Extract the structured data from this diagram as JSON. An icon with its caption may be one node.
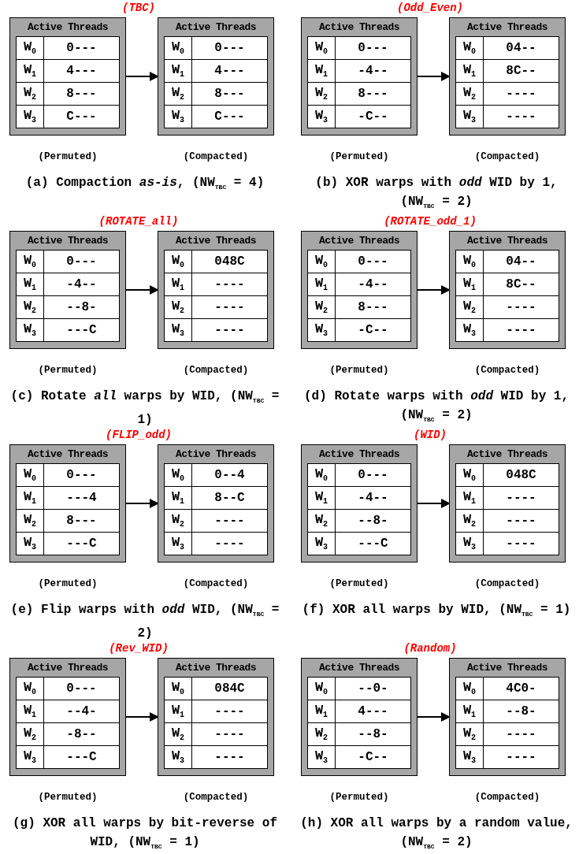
{
  "diagram": {
    "nodes": [
      {
        "text": [
          "Active Threads",
          "W$_{0}$",
          "0---",
          "W$_{1}$",
          "4---",
          "W$_{2}$",
          "8---",
          "W$_{3}$",
          "C---"
        ],
        "beside": [
          "(Permuted)"
        ]
      },
      {
        "text": [
          "Active Threads",
          "W$_{0}$",
          "0---",
          "W$_{1}$",
          "4---",
          "W$_{2}$",
          "8---",
          "W$_{3}$",
          "C---"
        ],
        "beside": [
          "(Compacted)"
        ]
      },
      {
        "text": [
          "Active Threads",
          "W$_{0}$",
          "0---",
          "W$_{1}$",
          "-4--",
          "W$_{2}$",
          "8---",
          "W$_{3}$",
          "-C--"
        ],
        "beside": [
          "(Permuted)"
        ]
      },
      {
        "text": [
          "Active Threads",
          "W$_{0}$",
          "04--",
          "W$_{1}$",
          "8C--",
          "W$_{2}$",
          "----",
          "W$_{3}$",
          "----"
        ],
        "beside": [
          "(Compacted)"
        ]
      },
      {
        "text": [
          "Active Threads",
          "W$_{0}$",
          "0---",
          "W$_{1}$",
          "-4--",
          "W$_{2}$",
          "--8-",
          "W$_{3}$",
          "---C"
        ],
        "beside": [
          "(Permuted)"
        ]
      },
      {
        "text": [
          "Active Threads",
          "W$_{0}$",
          "048C",
          "W$_{1}$",
          "----",
          "W$_{2}$",
          "----",
          "W$_{3}$",
          "----"
        ],
        "beside": [
          "(Compacted)"
        ]
      },
      {
        "text": [
          "Active Threads",
          "W$_{0}$",
          "0---",
          "W$_{1}$",
          "-4--",
          "W$_{2}$",
          "8---",
          "W$_{3}$",
          "-C--"
        ],
        "beside": [
          "(Permuted)"
        ]
      },
      {
        "text": [
          "Active Threads",
          "W$_{0}$",
          "04--",
          "W$_{1}$",
          "8C--",
          "W$_{2}$",
          "----",
          "W$_{3}$",
          "----"
        ],
        "beside": [
          "(Compacted)"
        ]
      },
      {
        "text": [
          "Active Threads",
          "W$_{0}$",
          "0---",
          "W$_{1}$",
          "---4",
          "W$_{2}$",
          "8---",
          "W$_{3}$",
          "---C"
        ],
        "beside": [
          "(Permuted)"
        ]
      },
      {
        "text": [
          "Active Threads",
          "W$_{0}$",
          "0--4",
          "W$_{1}$",
          "8--C",
          "W$_{2}$",
          "----",
          "W$_{3}$",
          "----"
        ],
        "beside": [
          "(Compacted)"
        ]
      },
      {
        "text": [
          "Active Threads",
          "W$_{0}$",
          "0---",
          "W$_{1}$",
          "-4--",
          "W$_{2}$",
          "--8-",
          "W$_{3}$",
          "---C"
        ],
        "beside": [
          "(Permuted)"
        ]
      },
      {
        "text": [
          "Active Threads",
          "W$_{0}$",
          "048C",
          "W$_{1}$",
          "----",
          "W$_{2}$",
          "----",
          "W$_{3}$",
          "----"
        ],
        "beside": [
          "(Compacted)"
        ]
      },
      {
        "text": [
          "Active Threads",
          "W$_{0}$",
          "0---",
          "W$_{1}$",
          "--4-",
          "W$_{2}$",
          "-8--",
          "W$_{3}$",
          "---C"
        ],
        "beside": [
          "(Permuted)"
        ]
      },
      {
        "text": [
          "Active Threads",
          "W$_{0}$",
          "084C",
          "W$_{1}$",
          "----",
          "W$_{2}$",
          "----",
          "W$_{3}$",
          "----"
        ],
        "beside": [
          "(Compacted)"
        ]
      },
      {
        "text": [
          "Active Threads",
          "W$_{0}$",
          "--0-",
          "W$_{1}$",
          "4---",
          "W$_{2}$",
          "--8-",
          "W$_{3}$",
          "-C--"
        ],
        "beside": [
          "(Permuted)"
        ]
      },
      {
        "text": [
          "Active Threads",
          "W$_{0}$",
          "4C0-",
          "W$_{1}$",
          "--8-",
          "W$_{2}$",
          "----",
          "W$_{3}$",
          "----"
        ],
        "beside": [
          "(Compacted)"
        ]
      }
    ],
    "edges": [
      {
        "from": 0,
        "to": 1,
        "arrow": "to"
      },
      {
        "from": 2,
        "to": 3,
        "arrow": "to"
      },
      {
        "from": 4,
        "to": 5,
        "arrow": "to"
      },
      {
        "from": 6,
        "to": 7,
        "arrow": "to"
      },
      {
        "from": 8,
        "to": 9,
        "arrow": "to"
      },
      {
        "from": 10,
        "to": 11,
        "arrow": "to"
      },
      {
        "from": 12,
        "to": 13,
        "arrow": "to"
      },
      {
        "from": 14,
        "to": 15,
        "arrow": "to"
      }
    ],
    "labels": [
      "(TBC)",
      "(Odd_Even)",
      "(a) Compaction *as-is*, (NW$_{TBC}$ = 4)",
      "(b) XOR warps with *odd* WID by 1, (NW$_{TBC}$ = 2)",
      "(ROTATE_all)",
      "(ROTATE_odd_1)",
      "(c) Rotate *all* warps by WID, (NW$_{TBC}$ = 1)",
      "(d) Rotate warps with *odd* WID by 1, (NW$_{TBC}$ = 2)",
      "(FLIP_odd)",
      "(WID)",
      "(e) Flip warps with *odd* WID, (NW$_{TBC}$ = 2)",
      "(f) XOR all warps by WID, (NW$_{TBC}$ = 1)",
      "(Rev_WID)",
      "(Random)",
      "(g) XOR all warps by bit-reverse of WID, (NW$_{TBC}$ = 1)",
      "(h) XOR all warps by a random value, (NW$_{TBC}$ = 2)"
    ]
  }
}
